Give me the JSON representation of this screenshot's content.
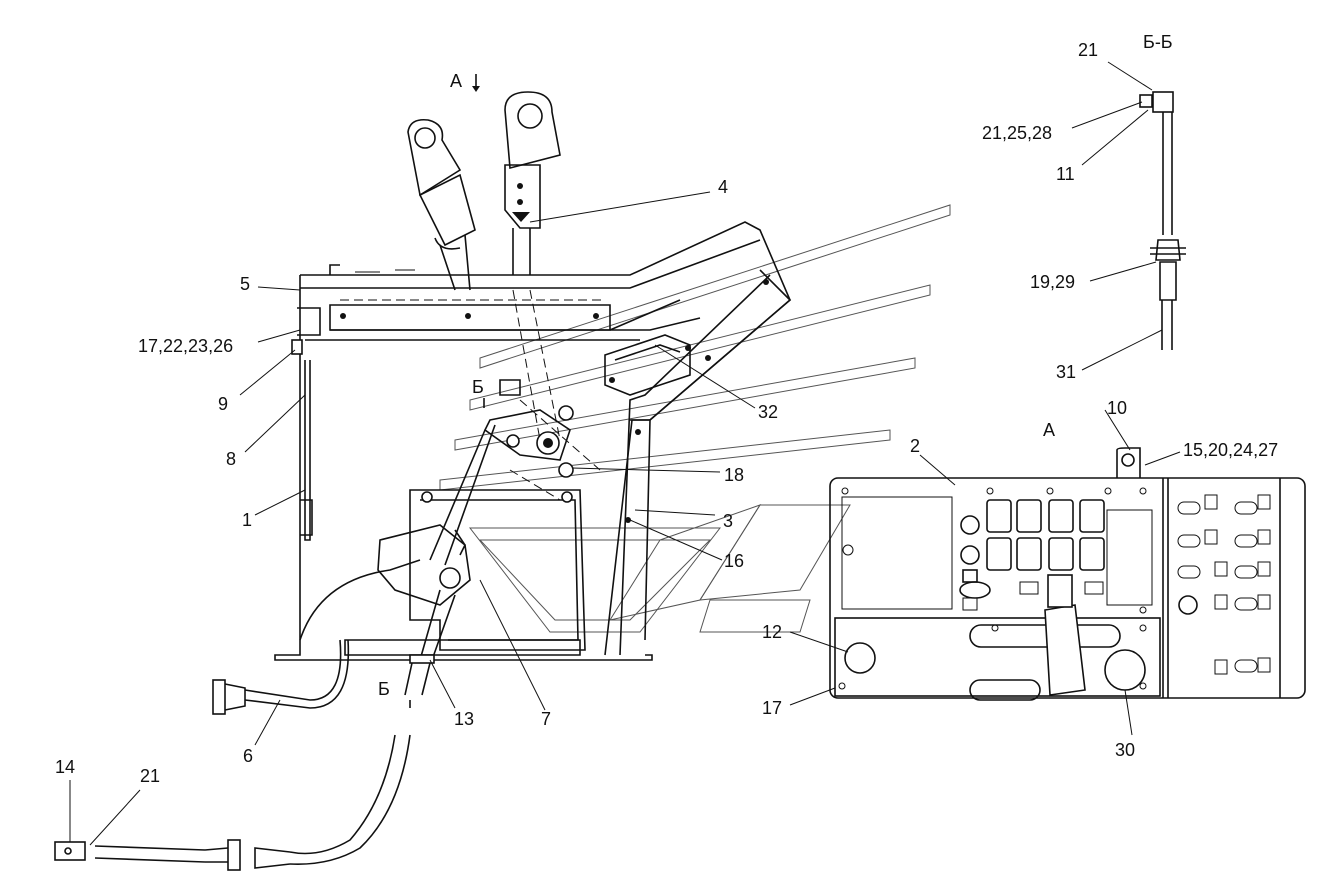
{
  "labels": {
    "view_a": "А",
    "view_a_panel": "А",
    "section_b": "Б",
    "section_bb": "Б-Б",
    "p1": "1",
    "p2": "2",
    "p3": "3",
    "p4": "4",
    "p5": "5",
    "p6": "6",
    "p7": "7",
    "p8": "8",
    "p9": "9",
    "p10": "10",
    "p11": "11",
    "p12": "12",
    "p13": "13",
    "p14": "14",
    "p16": "16",
    "p17": "17",
    "p18": "18",
    "p21": "21",
    "p30": "30",
    "p31": "31",
    "p32": "32",
    "p17_22_23_26": "17,22,23,26",
    "p15_20_24_27": "15,20,24,27",
    "p21_25_28": "21,25,28",
    "p19_29": "19,29"
  }
}
